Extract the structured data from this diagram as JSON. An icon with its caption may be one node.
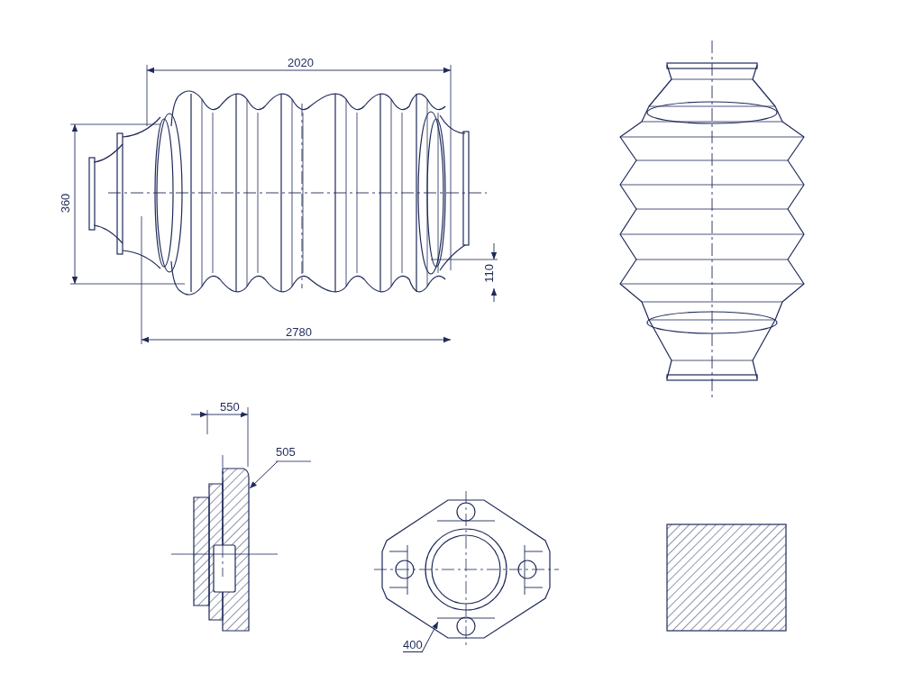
{
  "diagram": {
    "nodes": [
      {
        "text": [
          "505"
        ]
      },
      {
        "text": [],
        "shape": "picture"
      },
      {
        "text": [
          "400"
        ]
      },
      {
        "text": [],
        "shape": "picture"
      }
    ],
    "edges": [
      {
        "from": 0,
        "to": 1,
        "arrow": "to"
      },
      {
        "from": 2,
        "to": 3,
        "arrow": "to"
      }
    ],
    "labels": [
      "2020",
      "360",
      "110",
      "2780",
      "550"
    ]
  }
}
